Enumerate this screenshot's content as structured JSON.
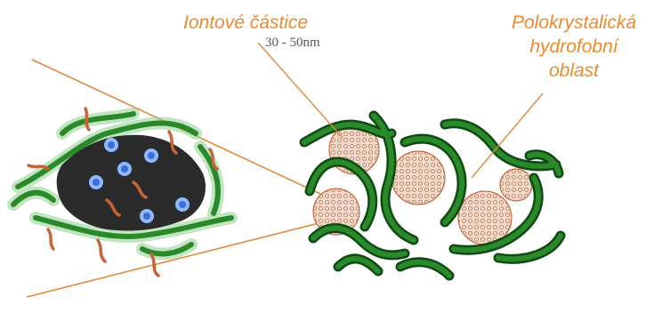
{
  "labels": {
    "ionic_particles": "Iontové částice",
    "particle_size": "30 - 50nm",
    "hydrophobic_region_line1": "Polokrystalická",
    "hydrophobic_region_line2": "hydrofobní",
    "hydrophobic_region_line3": "oblast"
  },
  "colors": {
    "label_orange": "#ef8a2c",
    "leader_line": "#e08a3c",
    "chain_green": "#2a8a2a",
    "chain_dark": "#0e4a12",
    "chain_glow": "#8fd08f",
    "ionic_core": "#2b2b2b",
    "side_chain": "#c8643a",
    "ion_blue": "#3a6fd8",
    "particle_fill": "#f3d9c8"
  }
}
